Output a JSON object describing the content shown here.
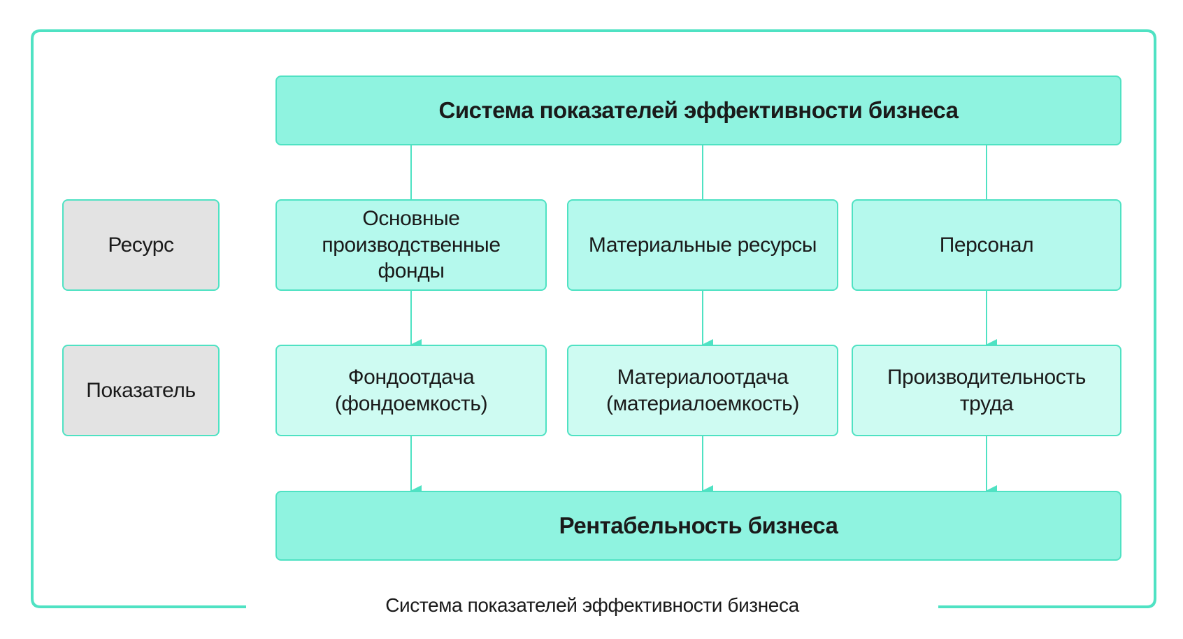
{
  "diagram": {
    "title": "Система показателей эффективности бизнеса",
    "result": "Рентабельность бизнеса",
    "row_labels": {
      "resource": "Ресурс",
      "metric": "Показатель"
    },
    "columns": [
      {
        "resource_lines": [
          "Основные",
          "производственные фонды"
        ],
        "metric_lines": [
          "Фондоотдача",
          "(фондоемкость)"
        ]
      },
      {
        "resource_lines": [
          "Материальные ресурсы"
        ],
        "metric_lines": [
          "Материалоотдача",
          "(материалоемкость)"
        ]
      },
      {
        "resource_lines": [
          "Персонал"
        ],
        "metric_lines": [
          "Производительность труда"
        ]
      }
    ],
    "caption": "Система показателей эффективности бизнеса"
  },
  "colors": {
    "accent_border": "#4fe2c3",
    "header_fill": "#8ff3e0",
    "resource_fill": "#b5f9ed",
    "metric_fill": "#cefbf2",
    "label_fill": "#e3e3e3",
    "text": "#1a1a1a"
  }
}
